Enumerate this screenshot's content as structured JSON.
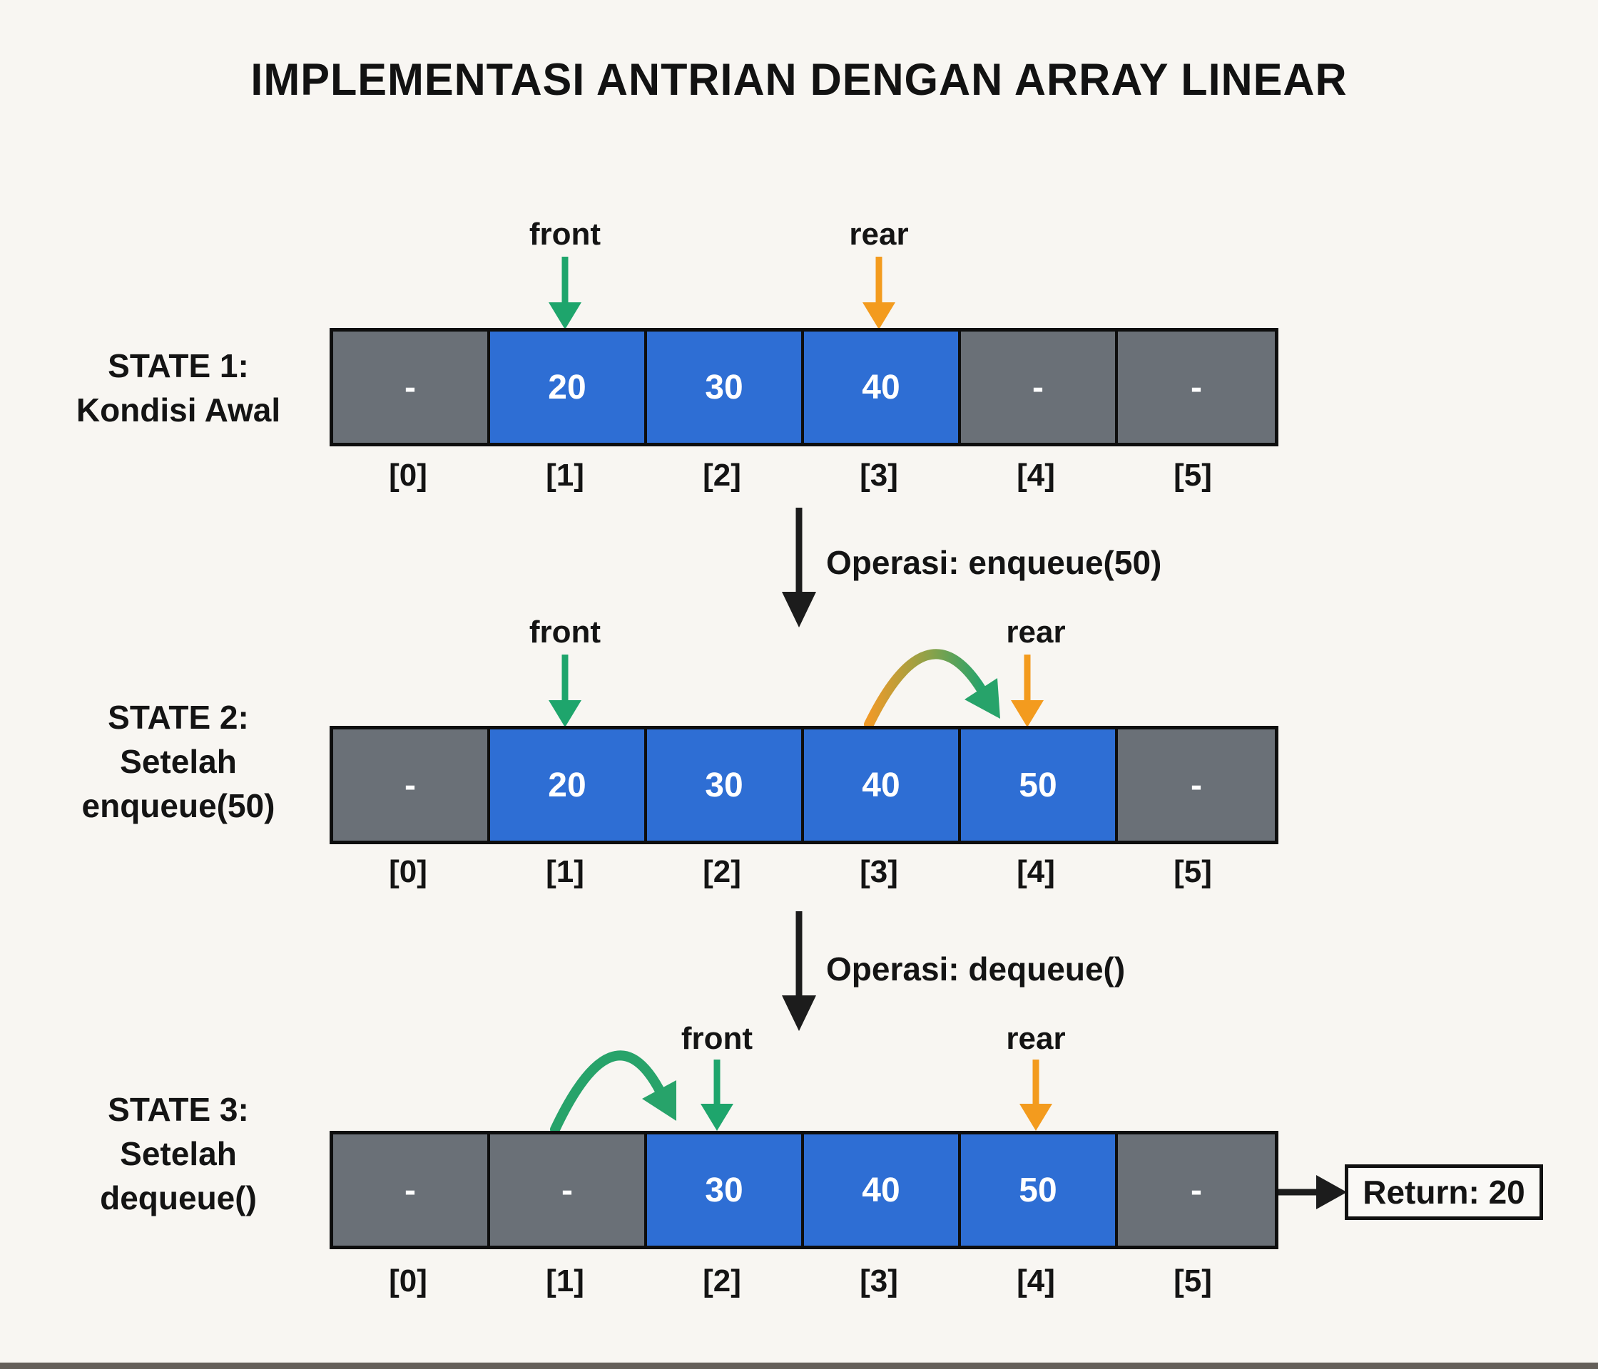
{
  "title": "IMPLEMENTASI ANTRIAN DENGAN ARRAY LINEAR",
  "pointer_labels": {
    "front": "front",
    "rear": "rear"
  },
  "indices": [
    "[0]",
    "[1]",
    "[2]",
    "[3]",
    "[4]",
    "[5]"
  ],
  "operations": [
    {
      "label": "Operasi: enqueue(50)"
    },
    {
      "label": "Operasi: dequeue()"
    }
  ],
  "states": [
    {
      "label_lines": [
        "STATE 1:",
        "Kondisi Awal"
      ],
      "cells": [
        "-",
        "20",
        "30",
        "40",
        "-",
        "-"
      ],
      "front_index": 1,
      "rear_index": 3
    },
    {
      "label_lines": [
        "STATE 2:",
        "Setelah",
        "enqueue(50)"
      ],
      "cells": [
        "-",
        "20",
        "30",
        "40",
        "50",
        "-"
      ],
      "front_index": 1,
      "rear_index": 4,
      "rear_moved_from": 3
    },
    {
      "label_lines": [
        "STATE 3:",
        "Setelah",
        "dequeue()"
      ],
      "cells": [
        "-",
        "-",
        "30",
        "40",
        "50",
        "-"
      ],
      "front_index": 2,
      "rear_index": 4,
      "front_moved_from": 1,
      "return_label": "Return: 20"
    }
  ],
  "colors": {
    "filled_cell": "#2e6ed4",
    "empty_cell": "#6a7077",
    "front_arrow_green": "#1ea56c",
    "rear_arrow_orange": "#f39b1e",
    "operation_arrow_black": "#1c1c1c",
    "background": "#f8f6f2"
  }
}
